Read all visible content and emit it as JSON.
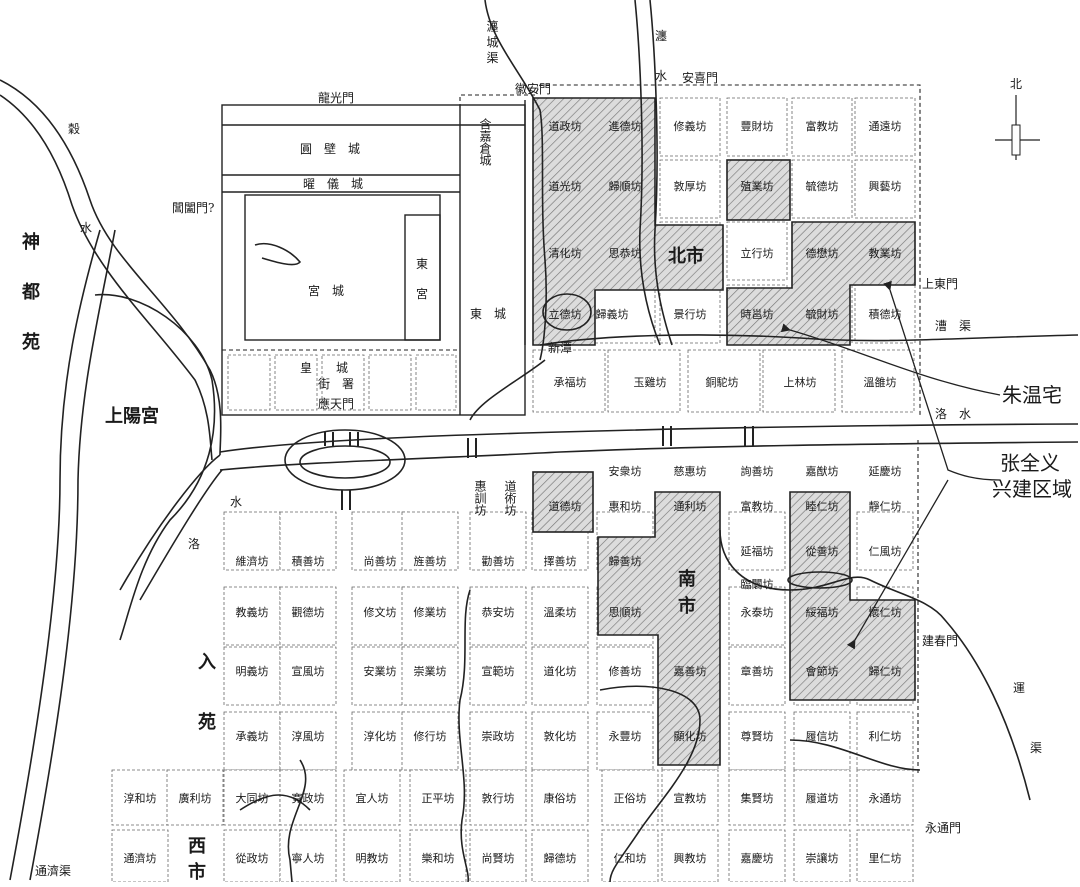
{
  "compass": "北",
  "annotations": {
    "zhu": "朱温宅",
    "zhang_1": "张全义",
    "zhang_2": "兴建区域"
  },
  "labels": {
    "shendu_1": "神",
    "shendu_2": "都",
    "shendu_3": "苑",
    "gu": "穀",
    "gu_water": "水",
    "shangyang": "上陽宮",
    "luo_1": "洛",
    "luo_2": "水",
    "luoshui_east": "洛　水",
    "ru_1": "入",
    "ru_2": "苑",
    "chuanqu": "瀍 城 渠",
    "chan": "瀍",
    "chan_water": "水",
    "yun_1": "運",
    "yun_2": "渠",
    "cao": "漕　渠",
    "tongji": "通濟渠",
    "longguang": "龍光門",
    "huian": "徽安門",
    "anxi": "安喜門",
    "shangdong": "上東門",
    "jianchun": "建春門",
    "yongtong": "永通門",
    "changhe": "閶闔門?",
    "yuanbi": "圓　壁　城",
    "yaoyi": "曜　儀　城",
    "gongcheng": "宮　城",
    "donggong_1": "東",
    "donggong_2": "宮",
    "dongcheng": "東　城",
    "hanjia": "含嘉倉城",
    "huangcheng": "皇　　城",
    "jieshu": "街　署",
    "yingtian": "應天門",
    "beishi": "北市",
    "nanshi_1": "南",
    "nanshi_2": "市",
    "xishi_1": "西",
    "xishi_2": "市",
    "xinqiao": "新潭",
    "huixun": "惠訓坊",
    "daoshu": "道術坊"
  },
  "wards": {
    "n1": [
      "道政坊",
      "進德坊",
      "修義坊",
      "豐財坊",
      "富教坊",
      "通遠坊"
    ],
    "n2": [
      "道光坊",
      "歸順坊",
      "敦厚坊",
      "殖業坊",
      "毓德坊",
      "興藝坊"
    ],
    "n3": [
      "清化坊",
      "思恭坊",
      "立行坊",
      "德懋坊",
      "教業坊"
    ],
    "n4": [
      "立德坊",
      "歸義坊",
      "景行坊",
      "時邕坊",
      "毓財坊",
      "積德坊"
    ],
    "n5": [
      "承福坊",
      "玉雞坊",
      "銅駝坊",
      "上林坊",
      "溫雒坊"
    ],
    "s1": [
      "安衆坊",
      "慈惠坊",
      "詢善坊",
      "嘉猷坊",
      "延慶坊"
    ],
    "s2": [
      "道德坊",
      "惠和坊",
      "通利坊",
      "富教坊",
      "睦仁坊",
      "靜仁坊"
    ],
    "s3": [
      "延福坊",
      "從善坊",
      "仁風坊"
    ],
    "s4": [
      "臨闤坊"
    ],
    "c1": [
      "維濟坊",
      "積善坊",
      "尚善坊",
      "旌善坊",
      "勸善坊",
      "擇善坊",
      "歸善坊"
    ],
    "c2": [
      "教義坊",
      "觀德坊",
      "修文坊",
      "修業坊",
      "恭安坊",
      "溫柔坊",
      "思順坊",
      "永泰坊",
      "綏福坊",
      "懷仁坊"
    ],
    "c3": [
      "明義坊",
      "宣風坊",
      "安業坊",
      "崇業坊",
      "宣範坊",
      "道化坊",
      "修善坊",
      "嘉善坊",
      "章善坊",
      "會節坊",
      "歸仁坊"
    ],
    "c4": [
      "承義坊",
      "淳風坊",
      "淳化坊",
      "修行坊",
      "崇政坊",
      "敦化坊",
      "永豐坊",
      "顯化坊",
      "尊賢坊",
      "履信坊",
      "利仁坊"
    ],
    "c5": [
      "淳和坊",
      "廣利坊",
      "大同坊",
      "寬政坊",
      "宜人坊",
      "正平坊",
      "敦行坊",
      "康俗坊",
      "正俗坊",
      "宣教坊",
      "集賢坊",
      "履道坊",
      "永通坊"
    ],
    "c6": [
      "通濟坊",
      "從政坊",
      "寧人坊",
      "明教坊",
      "樂和坊",
      "尚賢坊",
      "歸德坊",
      "仁和坊",
      "興教坊",
      "嘉慶坊",
      "崇讓坊",
      "里仁坊"
    ]
  }
}
